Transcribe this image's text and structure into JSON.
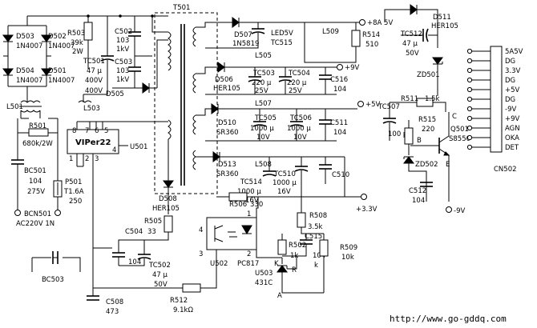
{
  "components": {
    "d503": {
      "ref": "D503",
      "part": "1N4007"
    },
    "d502": {
      "ref": "D502",
      "part": "1N4007"
    },
    "d504": {
      "ref": "D504",
      "part": "1N4007"
    },
    "d501": {
      "ref": "D501",
      "part": "1N4007"
    },
    "r503": {
      "ref": "R503",
      "v1": "39k",
      "v2": "2W"
    },
    "c502": {
      "ref": "C502",
      "v1": "103",
      "v2": "1kV"
    },
    "c503": {
      "ref": "C503",
      "v1": "103",
      "v2": "1kV"
    },
    "tc501": {
      "ref": "TC501",
      "v1": "47 μ",
      "v2": "400V",
      "v3": "400V"
    },
    "d505": {
      "ref": "D505"
    },
    "l501": {
      "ref": "L501"
    },
    "l503": {
      "ref": "L503"
    },
    "r501": {
      "ref": "R501",
      "v1": "680k/2W"
    },
    "bc501": {
      "ref": "BC501",
      "v1": "104",
      "v2": "275V"
    },
    "p501": {
      "ref": "P501",
      "v1": "T1.6A",
      "v2": "250"
    },
    "bcn501": {
      "ref": "BCN501",
      "v1": "AC220V 1N"
    },
    "bc503": {
      "ref": "BC503"
    },
    "u501": {
      "ref": "U501",
      "part": "VIPer22",
      "pins_top": [
        "8",
        "7",
        "6",
        "5"
      ],
      "pins_bottom": [
        "1",
        "2",
        "3"
      ],
      "pin_right": "4"
    },
    "t501": {
      "ref": "T501"
    },
    "d507": {
      "ref": "D507",
      "part": "1N5819"
    },
    "led5v": {
      "ref": "LED5V"
    },
    "tc515": {
      "ref": "TC515"
    },
    "l505": {
      "ref": "L505"
    },
    "l509": {
      "ref": "L509"
    },
    "r514": {
      "ref": "R514",
      "v1": "510"
    },
    "d511": {
      "ref": "D511",
      "part": "HER105"
    },
    "tc512": {
      "ref": "TC512",
      "v1": "47 μ",
      "v2": "50V"
    },
    "zd501": {
      "ref": "ZD501"
    },
    "d506": {
      "ref": "D506",
      "part": "HER105"
    },
    "tc503": {
      "ref": "TC503",
      "v1": "220 μ",
      "v2": "25V"
    },
    "tc504": {
      "ref": "TC504",
      "v1": "220 μ",
      "v2": "25V"
    },
    "c516": {
      "ref": "C516",
      "v1": "104"
    },
    "l507": {
      "ref": "L507"
    },
    "d510": {
      "ref": "D510",
      "part": "SR360"
    },
    "tc505": {
      "ref": "TC505",
      "v1": "1000 μ",
      "v2": "10V"
    },
    "tc506": {
      "ref": "TC506",
      "v1": "1000 μ",
      "v2": "10V"
    },
    "c511": {
      "ref": "C511",
      "v1": "104"
    },
    "d513": {
      "ref": "D513",
      "part": "SR360"
    },
    "l508": {
      "ref": "L508"
    },
    "tc510": {
      "ref": "TC510",
      "v1": "1000 μ",
      "v2": "16V"
    },
    "tc514": {
      "ref": "TC514",
      "v1": "1000 μ",
      "v2": "16V"
    },
    "c510": {
      "ref": "C510"
    },
    "d508": {
      "ref": "D508",
      "part": "HER105"
    },
    "r505": {
      "ref": "R505",
      "v1": "33"
    },
    "c504": {
      "ref": "C504",
      "v1": "104"
    },
    "tc502": {
      "ref": "TC502",
      "v1": "47 μ",
      "v2": "50V"
    },
    "r506": {
      "ref": "R506",
      "v1": "330"
    },
    "u502": {
      "ref": "U502",
      "part": "PC817",
      "pin1": "1",
      "pin2": "2",
      "pin3": "3",
      "pin4": "4"
    },
    "r508": {
      "ref": "R508",
      "v1": "3.5k"
    },
    "r502": {
      "ref": "R502",
      "v1": "1k"
    },
    "c515": {
      "ref": "C515",
      "v1": "104",
      "v2": "k"
    },
    "r509": {
      "ref": "R509",
      "v1": "10k"
    },
    "u503": {
      "ref": "U503",
      "part": "431C",
      "k": "K",
      "r": "R",
      "a": "A"
    },
    "c508": {
      "ref": "C508",
      "v1": "473"
    },
    "r512": {
      "ref": "R512",
      "v1": "9.1kΩ"
    },
    "r511": {
      "ref": "R511",
      "v1": "1.5k"
    },
    "tc507": {
      "ref": "TC507",
      "v1": "100 μ"
    },
    "r515": {
      "ref": "R515",
      "v1": "220"
    },
    "q501": {
      "ref": "Q501",
      "part": "S8550",
      "b": "B",
      "c": "C",
      "e": "E"
    },
    "zd502": {
      "ref": "ZD502"
    },
    "c512": {
      "ref": "C512",
      "v1": "104"
    },
    "cn502": {
      "ref": "CN502",
      "pins": [
        "5A5V",
        "DG",
        "3.3V",
        "DG",
        "+5V",
        "DG",
        "-9V",
        "+9V",
        "AGN",
        "OKA",
        "DET"
      ]
    }
  },
  "rails": {
    "p8a5v": "+8A 5V",
    "p9v": "+9V",
    "p5v": "+5V",
    "p33v": "+3.3V",
    "m9v": "-9V"
  },
  "watermark": "http://www.go-gddq.com"
}
